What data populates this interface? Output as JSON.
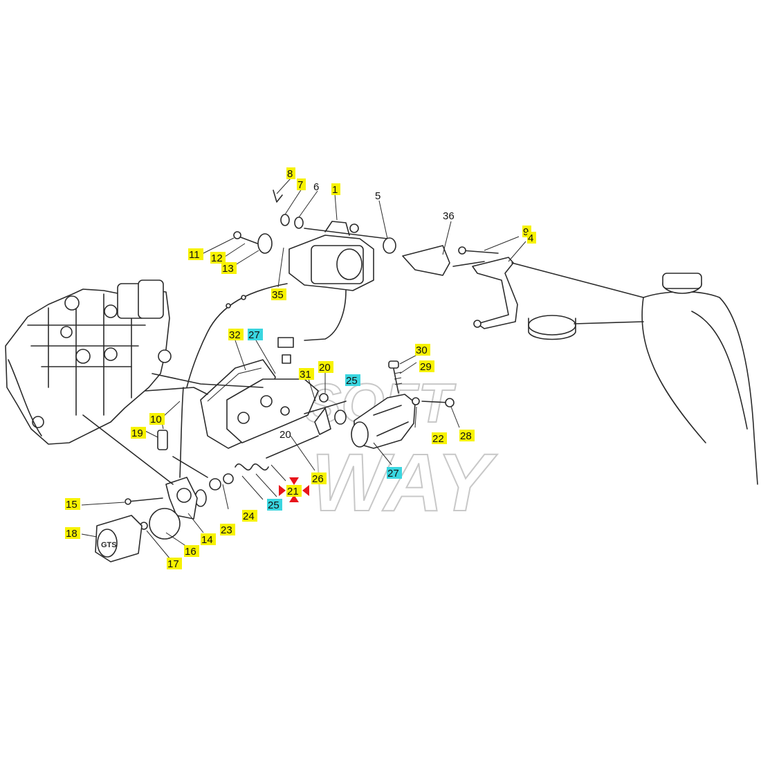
{
  "colors": {
    "highlight_yellow": "#f7f200",
    "highlight_cyan": "#3ad6e0",
    "marker_red": "#e8151b",
    "line": "#2a2a2a"
  },
  "watermark": {
    "line1": "SOFT",
    "line2": "WAY"
  },
  "stamp": "GTS",
  "callouts": [
    {
      "id": "c8",
      "text": "8",
      "style": "yellow"
    },
    {
      "id": "c7",
      "text": "7",
      "style": "yellow"
    },
    {
      "id": "c6",
      "text": "6",
      "style": "plain"
    },
    {
      "id": "c1",
      "text": "1",
      "style": "yellow"
    },
    {
      "id": "c5",
      "text": "5",
      "style": "plain"
    },
    {
      "id": "c36",
      "text": "36",
      "style": "plain"
    },
    {
      "id": "c9",
      "text": "9",
      "style": "yellow"
    },
    {
      "id": "c4",
      "text": "4",
      "style": "yellow"
    },
    {
      "id": "c11",
      "text": "11",
      "style": "yellow"
    },
    {
      "id": "c12",
      "text": "12",
      "style": "yellow"
    },
    {
      "id": "c13",
      "text": "13",
      "style": "yellow"
    },
    {
      "id": "c35",
      "text": "35",
      "style": "yellow"
    },
    {
      "id": "c32",
      "text": "32",
      "style": "yellow"
    },
    {
      "id": "c27a",
      "text": "27",
      "style": "cyan"
    },
    {
      "id": "c30",
      "text": "30",
      "style": "yellow"
    },
    {
      "id": "c29",
      "text": "29",
      "style": "yellow"
    },
    {
      "id": "c20a",
      "text": "20",
      "style": "yellow"
    },
    {
      "id": "c31",
      "text": "31",
      "style": "yellow"
    },
    {
      "id": "c25a",
      "text": "25",
      "style": "cyan"
    },
    {
      "id": "c10",
      "text": "10",
      "style": "yellow"
    },
    {
      "id": "c19",
      "text": "19",
      "style": "yellow"
    },
    {
      "id": "c20b",
      "text": "20",
      "style": "plain"
    },
    {
      "id": "c22",
      "text": "22",
      "style": "yellow"
    },
    {
      "id": "c28",
      "text": "28",
      "style": "yellow"
    },
    {
      "id": "c27b",
      "text": "27",
      "style": "cyan"
    },
    {
      "id": "c26",
      "text": "26",
      "style": "yellow"
    },
    {
      "id": "c21",
      "text": "21",
      "style": "yellow"
    },
    {
      "id": "c25b",
      "text": "25",
      "style": "cyan"
    },
    {
      "id": "c24",
      "text": "24",
      "style": "yellow"
    },
    {
      "id": "c23",
      "text": "23",
      "style": "yellow"
    },
    {
      "id": "c15",
      "text": "15",
      "style": "yellow"
    },
    {
      "id": "c14",
      "text": "14",
      "style": "yellow"
    },
    {
      "id": "c18",
      "text": "18",
      "style": "yellow"
    },
    {
      "id": "c16",
      "text": "16",
      "style": "yellow"
    },
    {
      "id": "c17",
      "text": "17",
      "style": "yellow"
    }
  ]
}
